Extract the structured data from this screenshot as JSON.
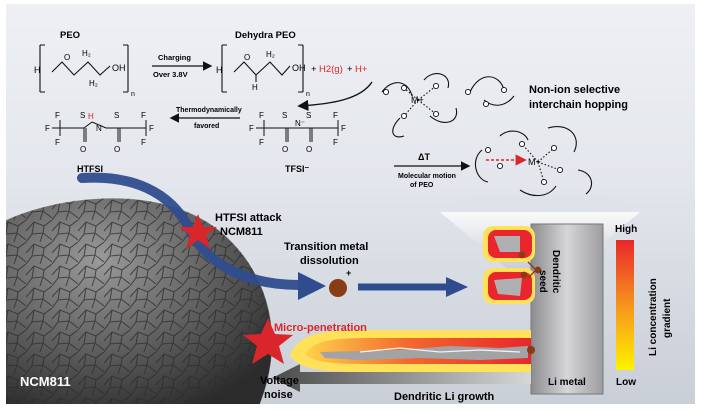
{
  "labels": {
    "peo": "PEO",
    "dehydra_peo": "Dehydra PEO",
    "charging": "Charging",
    "over_voltage": "Over 3.8V",
    "h2_gas": "H2(g)",
    "h_plus": "H+",
    "thermo_line1": "Thermodynamically",
    "thermo_line2": "favored",
    "htfsi": "HTFSI",
    "tfsi": "TFSI⁻",
    "non_ion_line1": "Non-ion selective",
    "non_ion_line2": "interchain hopping",
    "delta_t": "ΔT",
    "molecular_line1": "Molecular motion",
    "molecular_line2": "of PEO",
    "metal_ion": "M+",
    "htfsi_attack_line1": "HTFSI attack",
    "htfsi_attack_line2": "NCM811",
    "tm_dissolution_line1": "Transition metal",
    "tm_dissolution_line2": "dissolution",
    "micro_penetration": "Micro-penetration",
    "voltage_line1": "Voltage",
    "voltage_line2": "noise",
    "ncm811": "NCM811",
    "dendritic_growth": "Dendritic Li growth",
    "li_metal": "Li metal",
    "dendritic_seed_line1": "Dendritic",
    "dendritic_seed_line2": "seed",
    "gradient_high": "High",
    "gradient_low": "Low",
    "gradient_title_line1": "Li concentration",
    "gradient_title_line2": "gradient"
  },
  "colors": {
    "accent_red": "#d9262b",
    "arrow_blue": "#2f4d8e",
    "particle_brown": "#8a3a14",
    "li_metal_gray": "#b9b9bb",
    "gradient_high": "#e8262b",
    "gradient_low": "#fff200"
  }
}
